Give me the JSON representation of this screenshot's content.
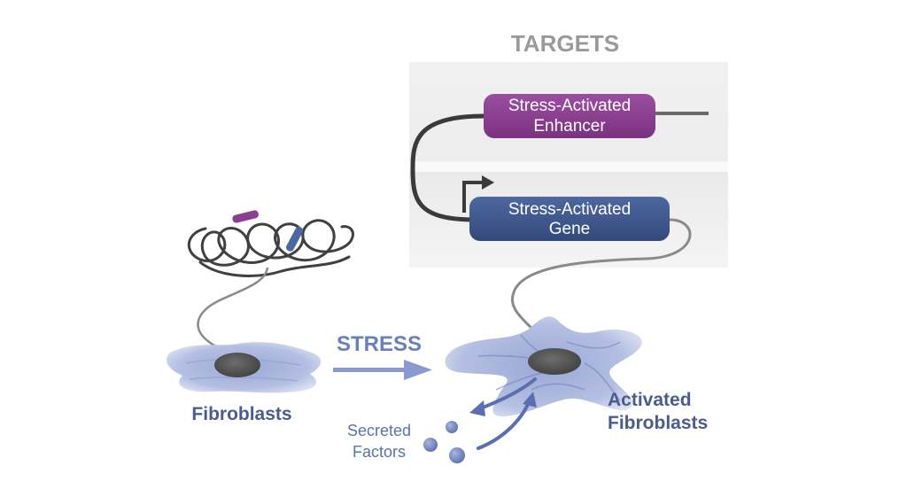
{
  "targets_heading": "TARGETS",
  "enhancer": {
    "line1": "Stress-Activated",
    "line2": "Enhancer"
  },
  "gene": {
    "line1": "Stress-Activated",
    "line2": "Gene"
  },
  "stress_label": "STRESS",
  "fibroblasts_label": "Fibroblasts",
  "activated_label": {
    "line1": "Activated",
    "line2": "Fibroblasts"
  },
  "secreted_label": {
    "line1": "Secreted",
    "line2": "Factors"
  },
  "colors": {
    "enhancer": "#8a3f8f",
    "gene": "#3f5a8c",
    "label": "#4a5c8f",
    "cell": "#a9b6dc",
    "nucleus": "#555555",
    "dna": "#3a3a3a",
    "arrow": "#6a7fbd"
  }
}
